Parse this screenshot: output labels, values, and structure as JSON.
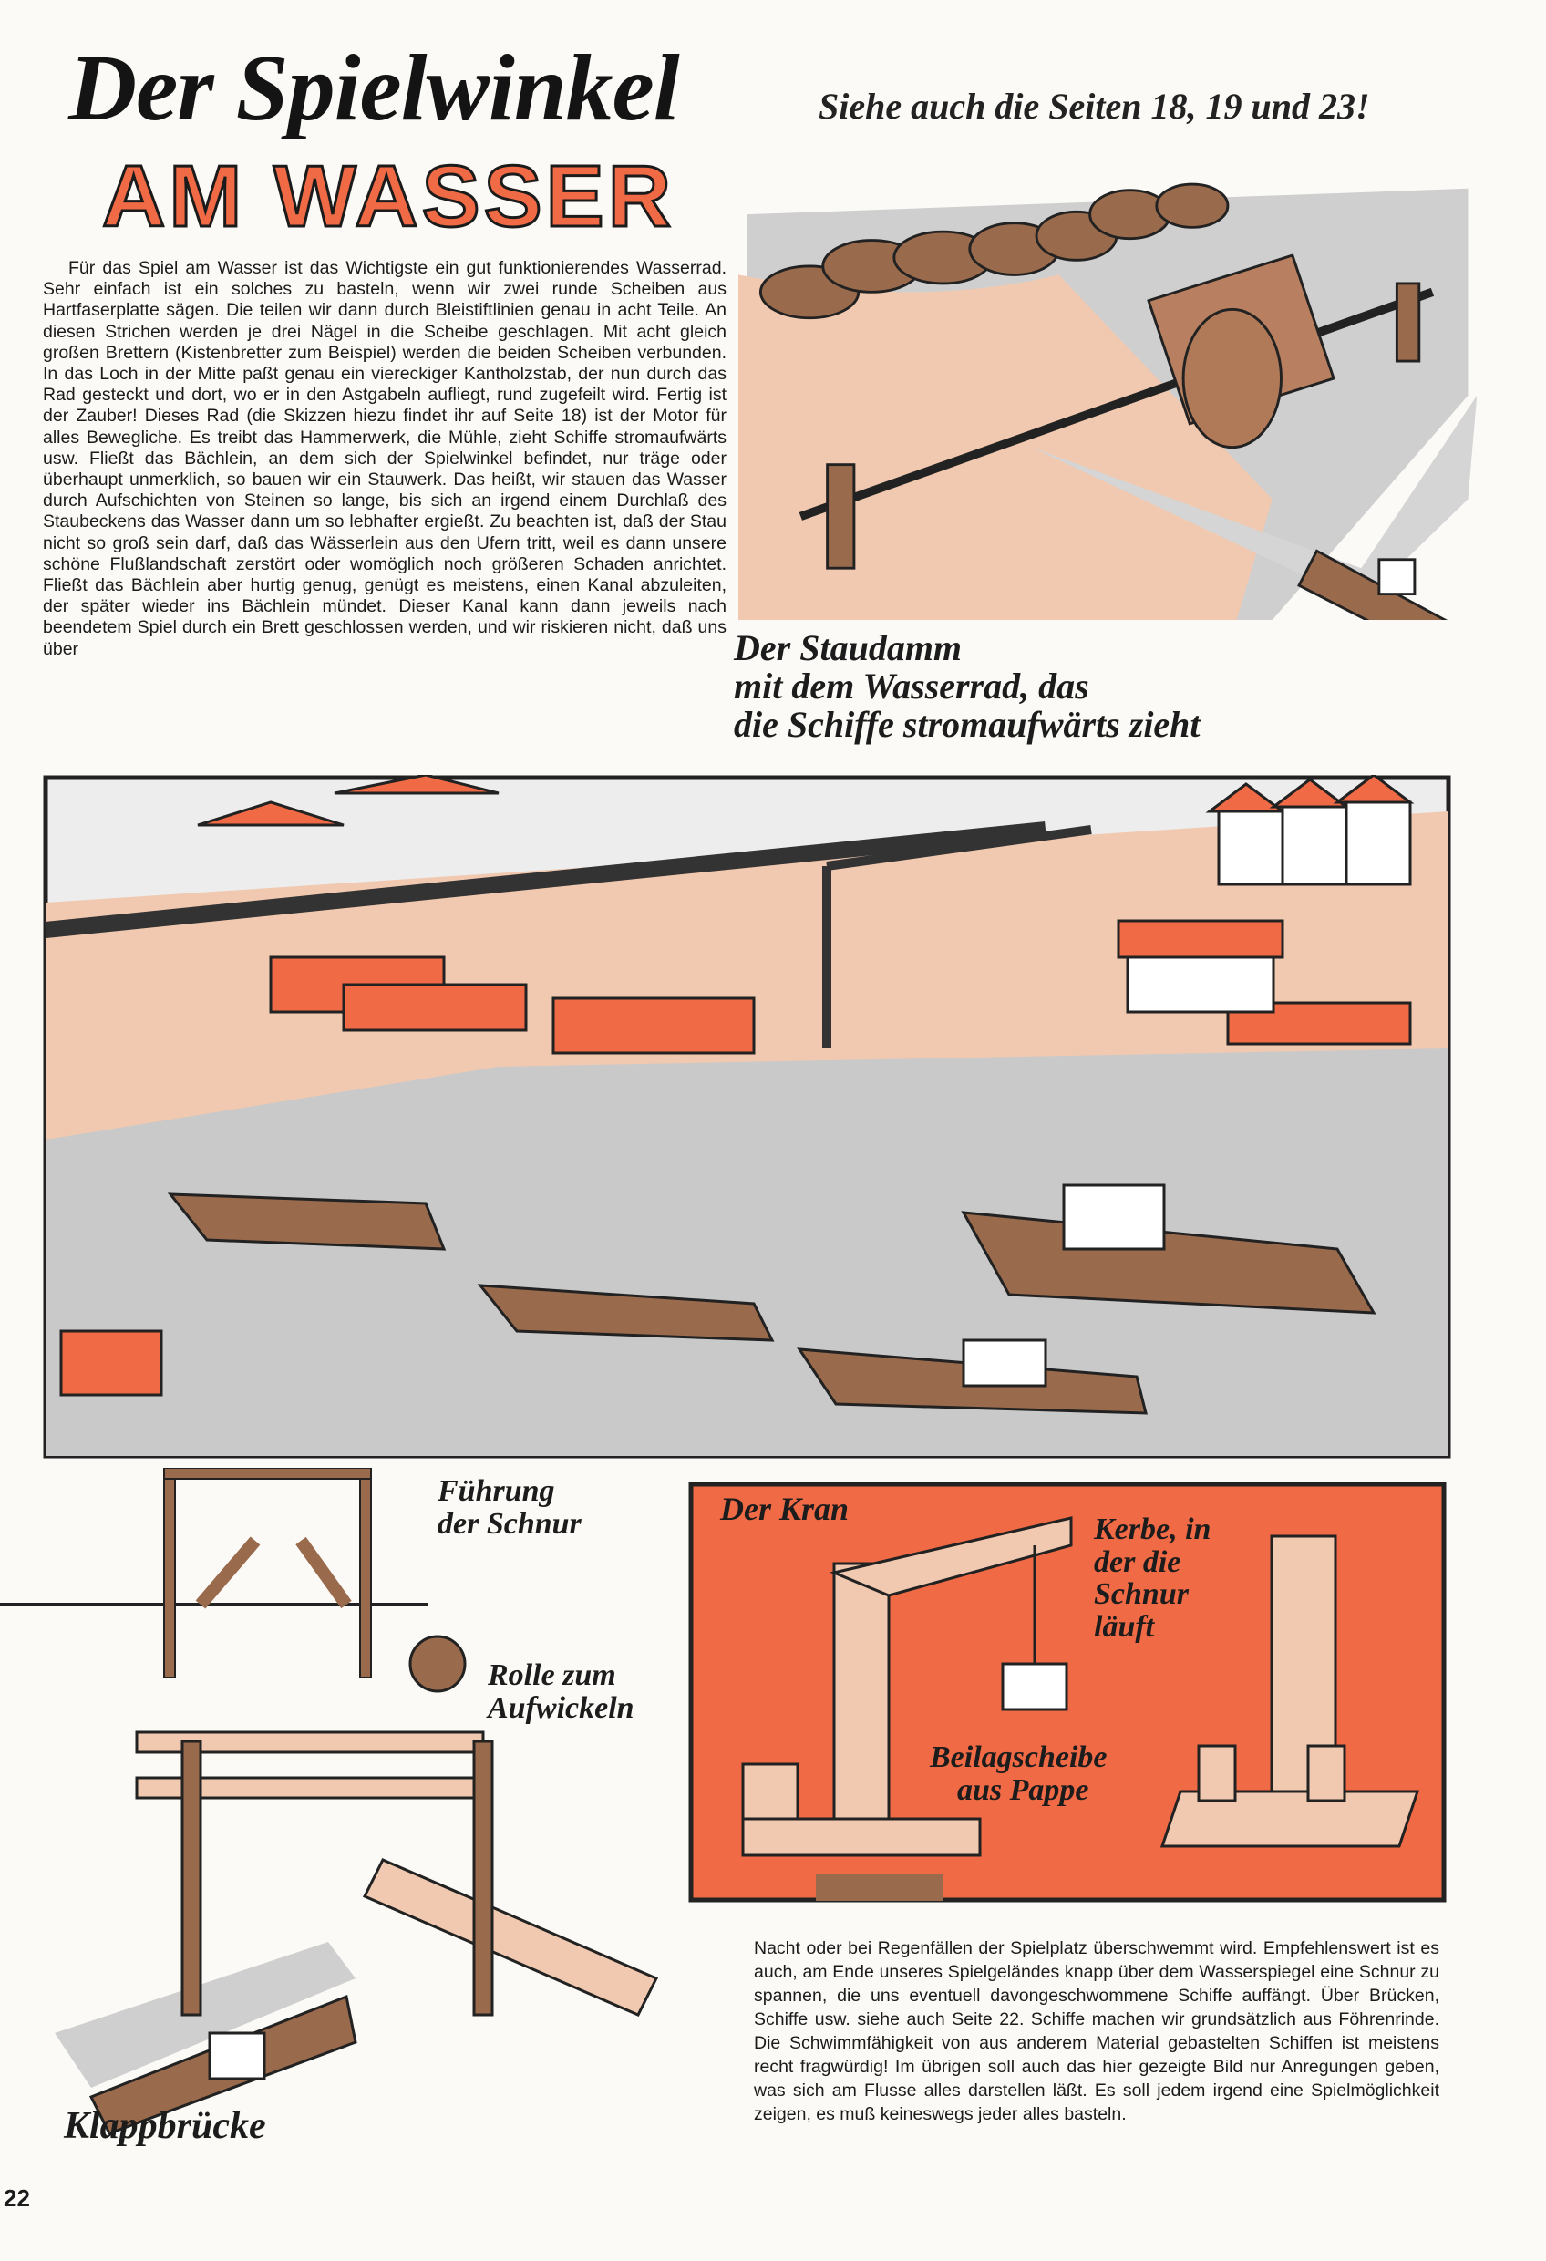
{
  "header": {
    "title_script": "Der Spielwinkel",
    "title_block": "AM WASSER",
    "see_also": "Siehe auch die Seiten 18, 19 und 23!"
  },
  "main_text": "Für das Spiel am Wasser ist das Wichtigste ein gut funktionierendes Wasserrad. Sehr einfach ist ein solches zu basteln, wenn wir zwei runde Scheiben aus Hartfaserplatte sägen. Die teilen wir dann durch Bleistiftlinien genau in acht Teile. An diesen Strichen werden je drei Nägel in die Scheibe geschlagen. Mit acht gleich großen Brettern (Kistenbretter zum Beispiel) werden die beiden Scheiben verbunden. In das Loch in der Mitte paßt genau ein viereckiger Kantholzstab, der nun durch das Rad gesteckt und dort, wo er in den Astgabeln aufliegt, rund zugefeilt wird. Fertig ist der Zauber! Dieses Rad (die Skizzen hiezu findet ihr auf Seite 18) ist der Motor für alles Bewegliche. Es treibt das Hammerwerk, die Mühle, zieht Schiffe stromaufwärts usw. Fließt das Bächlein, an dem sich der Spielwinkel befindet, nur träge oder überhaupt unmerklich, so bauen wir ein Stauwerk. Das heißt, wir stauen das Wasser durch Aufschichten von Steinen so lange, bis sich an irgend einem Durchlaß des Staubeckens das Wasser dann um so lebhafter ergießt. Zu beachten ist, daß der Stau nicht so groß sein darf, daß das Wässerlein aus den Ufern tritt, weil es dann unsere schöne Flußlandschaft zerstört oder womöglich noch größeren Schaden anrichtet. Fließt das Bächlein aber hurtig genug, genügt es meistens, einen Kanal abzuleiten, der später wieder ins Bächlein mündet. Dieser Kanal kann dann jeweils nach beendetem Spiel durch ein Brett geschlossen werden, und wir riskieren nicht, daß uns über",
  "captions": {
    "staudamm": [
      "Der Staudamm",
      "mit dem Wasserrad, das",
      "die Schiffe stromaufwärts zieht"
    ],
    "fuehrung": [
      "Führung",
      "der Schnur"
    ],
    "rolle": [
      "Rolle zum",
      "Aufwickeln"
    ],
    "klappbruecke": "Klappbrücke",
    "kran": "Der Kran",
    "kerbe": [
      "Kerbe, in",
      "der die",
      "Schnur",
      "läuft"
    ],
    "beilag": [
      "Beilagscheibe",
      "aus Pappe"
    ]
  },
  "bottom_text": "Nacht oder bei Regenfällen der Spielplatz überschwemmt wird. Empfehlenswert ist es auch, am Ende unseres Spielgeländes knapp über dem Wasserspiegel eine Schnur zu spannen, die uns eventuell davongeschwommene Schiffe auffängt. Über Brücken, Schiffe usw. siehe auch Seite 22. Schiffe machen wir grundsätzlich aus Föhrenrinde. Die Schwimmfähigkeit von aus anderem Material gebastelten Schiffen ist meistens recht fragwürdig! Im übrigen soll auch das hier gezeigte Bild nur Anregungen geben, was sich am Flusse alles darstellen läßt. Es soll jedem irgend eine Spielmöglichkeit zeigen, es muß keineswegs jeder alles basteln.",
  "page_number": "22",
  "colors": {
    "accent": "#ef6a45",
    "paper": "#fbfaf6",
    "water": "#c9c9c9",
    "sand": "#f1c9b0",
    "wood": "#9a6a4c"
  }
}
